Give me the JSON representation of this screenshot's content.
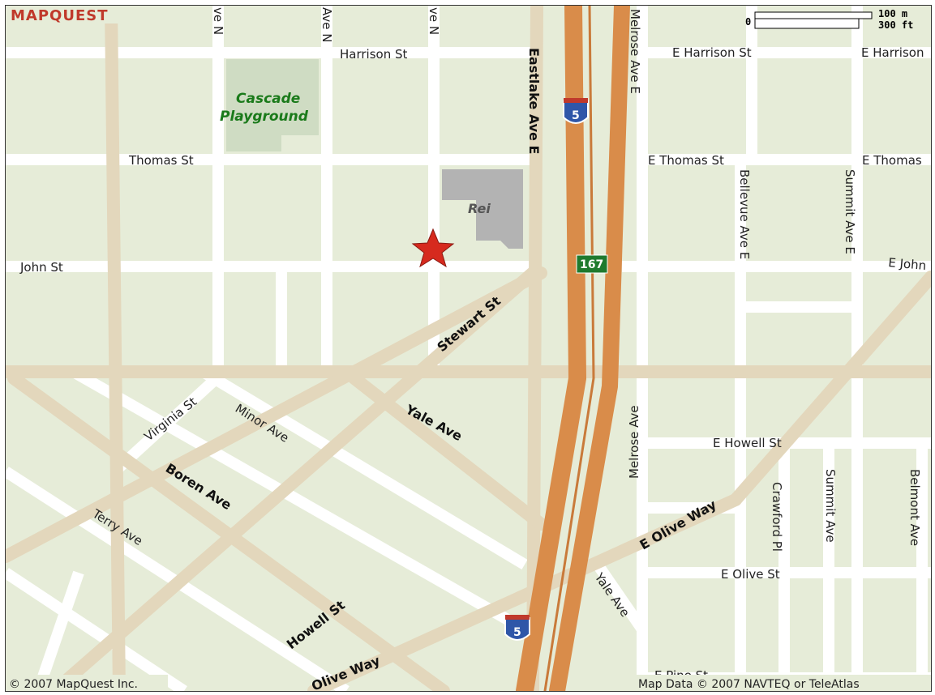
{
  "branding": {
    "logo": "MAPQUEST",
    "copyright": "© 2007 MapQuest Inc.",
    "data_credit": "Map Data © 2007 NAVTEQ or TeleAtlas"
  },
  "scale": {
    "zero": "0",
    "metric": "100 m",
    "imperial": "300 ft"
  },
  "parks": {
    "cascade_line1": "Cascade",
    "cascade_line2": "Playground"
  },
  "pois": {
    "rei": "Rei"
  },
  "shields": {
    "i5_top": "5",
    "i5_bottom": "5",
    "sr167": "167"
  },
  "streets": {
    "ave_n_1": "ve N",
    "ave_n_2": "Ave N",
    "ave_n_3": "ve N",
    "harrison": "Harrison St",
    "e_harrison_1": "E Harrison St",
    "e_harrison_2": "E Harrison",
    "thomas": "Thomas St",
    "e_thomas_1": "E Thomas St",
    "e_thomas_2": "E Thomas",
    "john": "John St",
    "e_john": "E John",
    "eastlake": "Eastlake Ave E",
    "melrose_top": "Melrose Ave E",
    "melrose_bottom": "Melrose Ave",
    "bellevue": "Bellevue Ave E",
    "summit_top": "Summit Ave E",
    "summit_bottom": "Summit Ave",
    "stewart": "Stewart St",
    "yale_ave": "Yale Ave",
    "yale_ave_small": "Yale Ave",
    "virginia": "Virginia St",
    "minor": "Minor Ave",
    "boren": "Boren Ave",
    "terry": "Terry Ave",
    "howell": "Howell St",
    "e_howell": "E Howell St",
    "olive_way": "Olive Way",
    "e_olive_way": "E Olive Way",
    "e_olive_st": "E Olive St",
    "crawford": "Crawford Pl",
    "belmont": "Belmont Ave",
    "e_pine": "E Pine St"
  },
  "colors": {
    "land": "#e6ecd8",
    "street": "#ffffff",
    "arterial": "#e3d7bc",
    "highway": "#d98c4a",
    "park": "#cfdcc3",
    "building": "#b3b3b3",
    "marker": "#d62a1e",
    "shield_blue": "#2f56a8",
    "shield_green": "#1e7a2e"
  },
  "marker": {
    "icon": "star-icon"
  }
}
